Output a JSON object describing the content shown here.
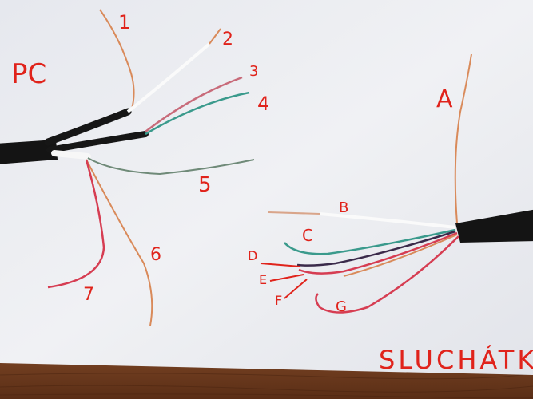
{
  "labels": {
    "pc": "PC",
    "headphones": "SLUCHÁTKA",
    "pc_wires": [
      "1",
      "2",
      "3",
      "4",
      "5",
      "6",
      "7"
    ],
    "headphone_wires": [
      "A",
      "B",
      "C",
      "D",
      "E",
      "F",
      "G"
    ]
  },
  "colors": {
    "annotation": "#e0231b",
    "paper": "#eceef2",
    "cable": "#111111",
    "copper": "#d98a5a",
    "table": "#6b3a1f"
  }
}
